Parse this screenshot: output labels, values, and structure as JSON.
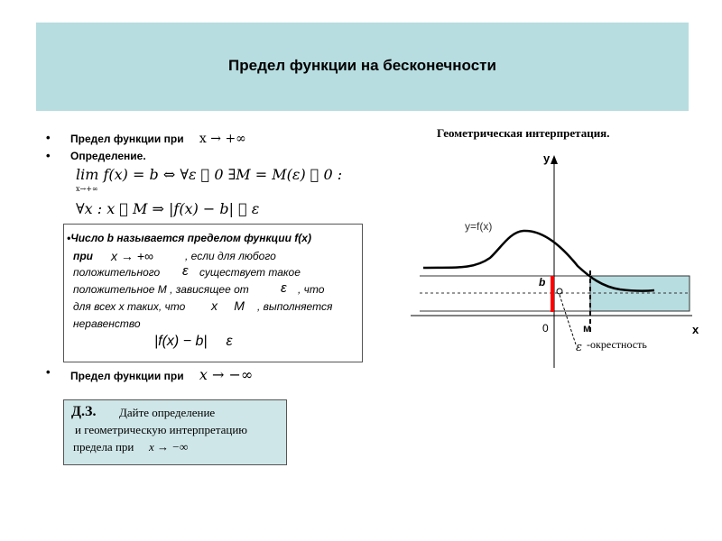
{
  "header": {
    "title": "Предел функции на бесконечности"
  },
  "bullets": {
    "b1_text": "Предел функции при",
    "b1_math": "x → +∞",
    "b2_text": "Определение.",
    "b3_text": "Предел функции при",
    "b3_math": "x → −∞"
  },
  "formula": {
    "line1": "lim f(x) = b ⇔ ∀ε ⃞ 0 ∃M = M(ε) ⃞ 0 :",
    "lim_sub": "x→+∞",
    "line2": "∀x : x ⃞ M ⇒ |f(x) − b| ⃞ ε"
  },
  "definition": {
    "l1a": "•Число b называется пределом функции  f(x)",
    "l2a": "при",
    "l2m": "x → +∞",
    "l2b": ", если для любого",
    "l3a": "положительного",
    "l3m": "ε",
    "l3b": "существует такое",
    "l4a": "положительное М , зависящее от",
    "l4m": "ε",
    "l4b": ", что",
    "l5a": "для всех х таких, что",
    "l5m": "x ⃞ M",
    "l5b": ", выполняется",
    "l6a": "неравенство",
    "l7m": "|f(x) − b| ⃞ ε"
  },
  "homework": {
    "prefix": "Д.З.",
    "line1": "Дайте определение",
    "line2": "и геометрическую интерпретацию",
    "line3": "предела при",
    "line3m": "x → −∞"
  },
  "graph": {
    "title": "Геометрическая интерпретация.",
    "y_axis": "y",
    "x_axis": "x",
    "func_label": "y=f(x)",
    "b_label": "b",
    "origin": "0",
    "m_label": "м",
    "eps_symbol": "ε",
    "eps_label": "-окрестность",
    "band_color": "#b7dde0",
    "highlight_color": "#ff0000"
  }
}
